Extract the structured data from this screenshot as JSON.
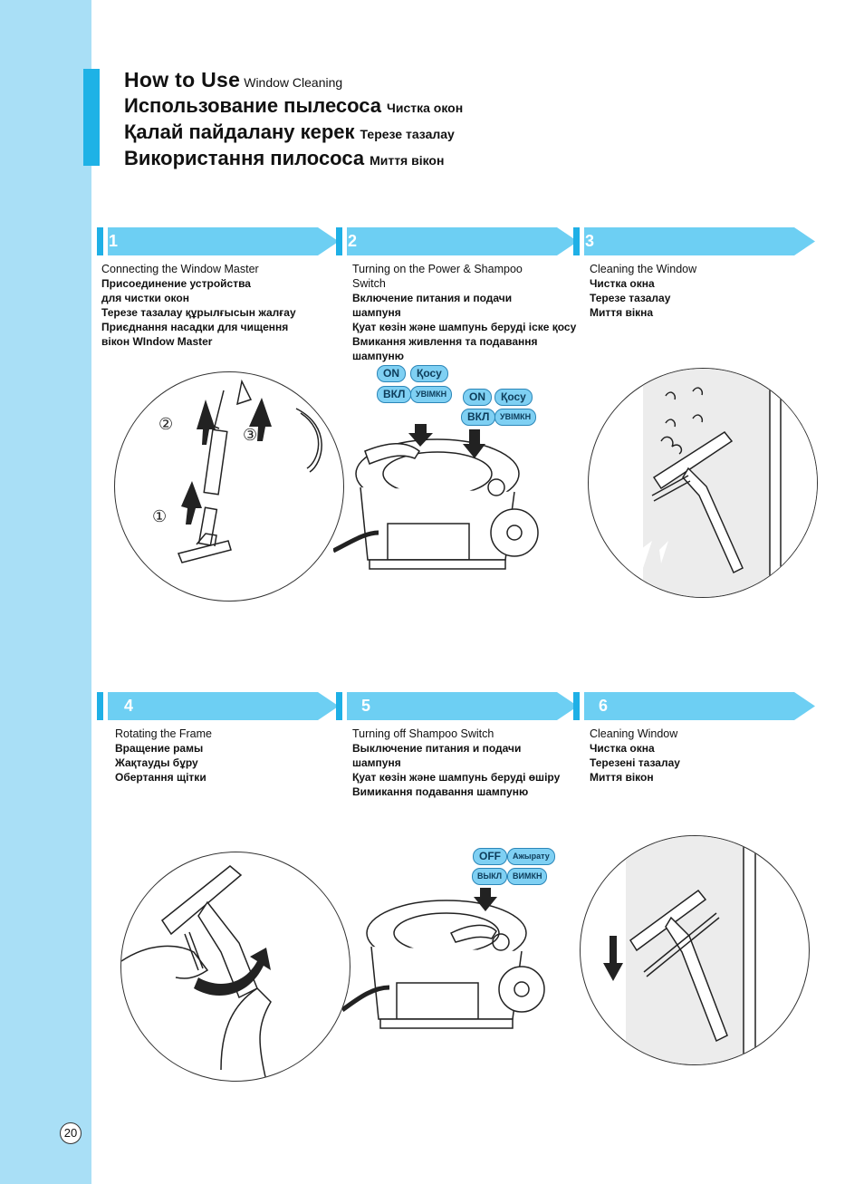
{
  "title": {
    "lines": [
      {
        "main": "How to Use",
        "sub": "Window Cleaning"
      },
      {
        "main": "Использование пылесоса",
        "sub": "Чистка окон"
      },
      {
        "main": "Қалай пайдалану керек",
        "sub": "Терезе тазалау"
      },
      {
        "main": "Використання пилососа",
        "sub": "Миття вікон"
      }
    ]
  },
  "steps": [
    {
      "number": "1",
      "lines": [
        "Connecting the Window Master",
        "Присоединение устройства",
        "для чистки окон",
        "Терезе тазалау құрылғысын  жалғау",
        "Приєднання насадки для чищення",
        "вікон WIndow Master"
      ]
    },
    {
      "number": "2",
      "lines": [
        "Turning  on the Power & Shampoo",
        "Switch",
        "Включение питания и подачи",
        "шампуня",
        "Қуат көзін және шампунь беруді іске қосу",
        "Вмикання живлення та подавання",
        "шампуню"
      ]
    },
    {
      "number": "3",
      "lines": [
        "Cleaning the Window",
        "Чистка окна",
        "Терезе тазалау",
        "Миття вікна"
      ]
    },
    {
      "number": "4",
      "lines": [
        "Rotating the Frame",
        "Вращение рамы",
        "Жақтауды бұру",
        "Обертання щітки"
      ]
    },
    {
      "number": "5",
      "lines": [
        "Turning off Shampoo Switch",
        "Выключение питания и подачи",
        "шампуня",
        "Қуат көзін және шампунь беруді өшіру",
        "Вимикання подавання шампуню"
      ]
    },
    {
      "number": "6",
      "lines": [
        "Cleaning Window",
        "Чистка окна",
        "Терезені тазалау",
        "Миття вікон"
      ]
    }
  ],
  "illustration_labels": {
    "step1_markers": [
      "①",
      "②",
      "③"
    ],
    "step2_badges_a": [
      "ON",
      "Қосу",
      "ВКЛ",
      "УВІМКН"
    ],
    "step2_badges_b": [
      "ON",
      "Қосу",
      "ВКЛ",
      "УВІМКН"
    ],
    "step5_badges": [
      "OFF",
      "Ажырату",
      "ВЫКЛ",
      "ВИМКН"
    ]
  },
  "page_number": "20",
  "colors": {
    "sidebar": "#a9dff6",
    "accent": "#1eb2e6",
    "step_bar": "#6dcff3"
  }
}
